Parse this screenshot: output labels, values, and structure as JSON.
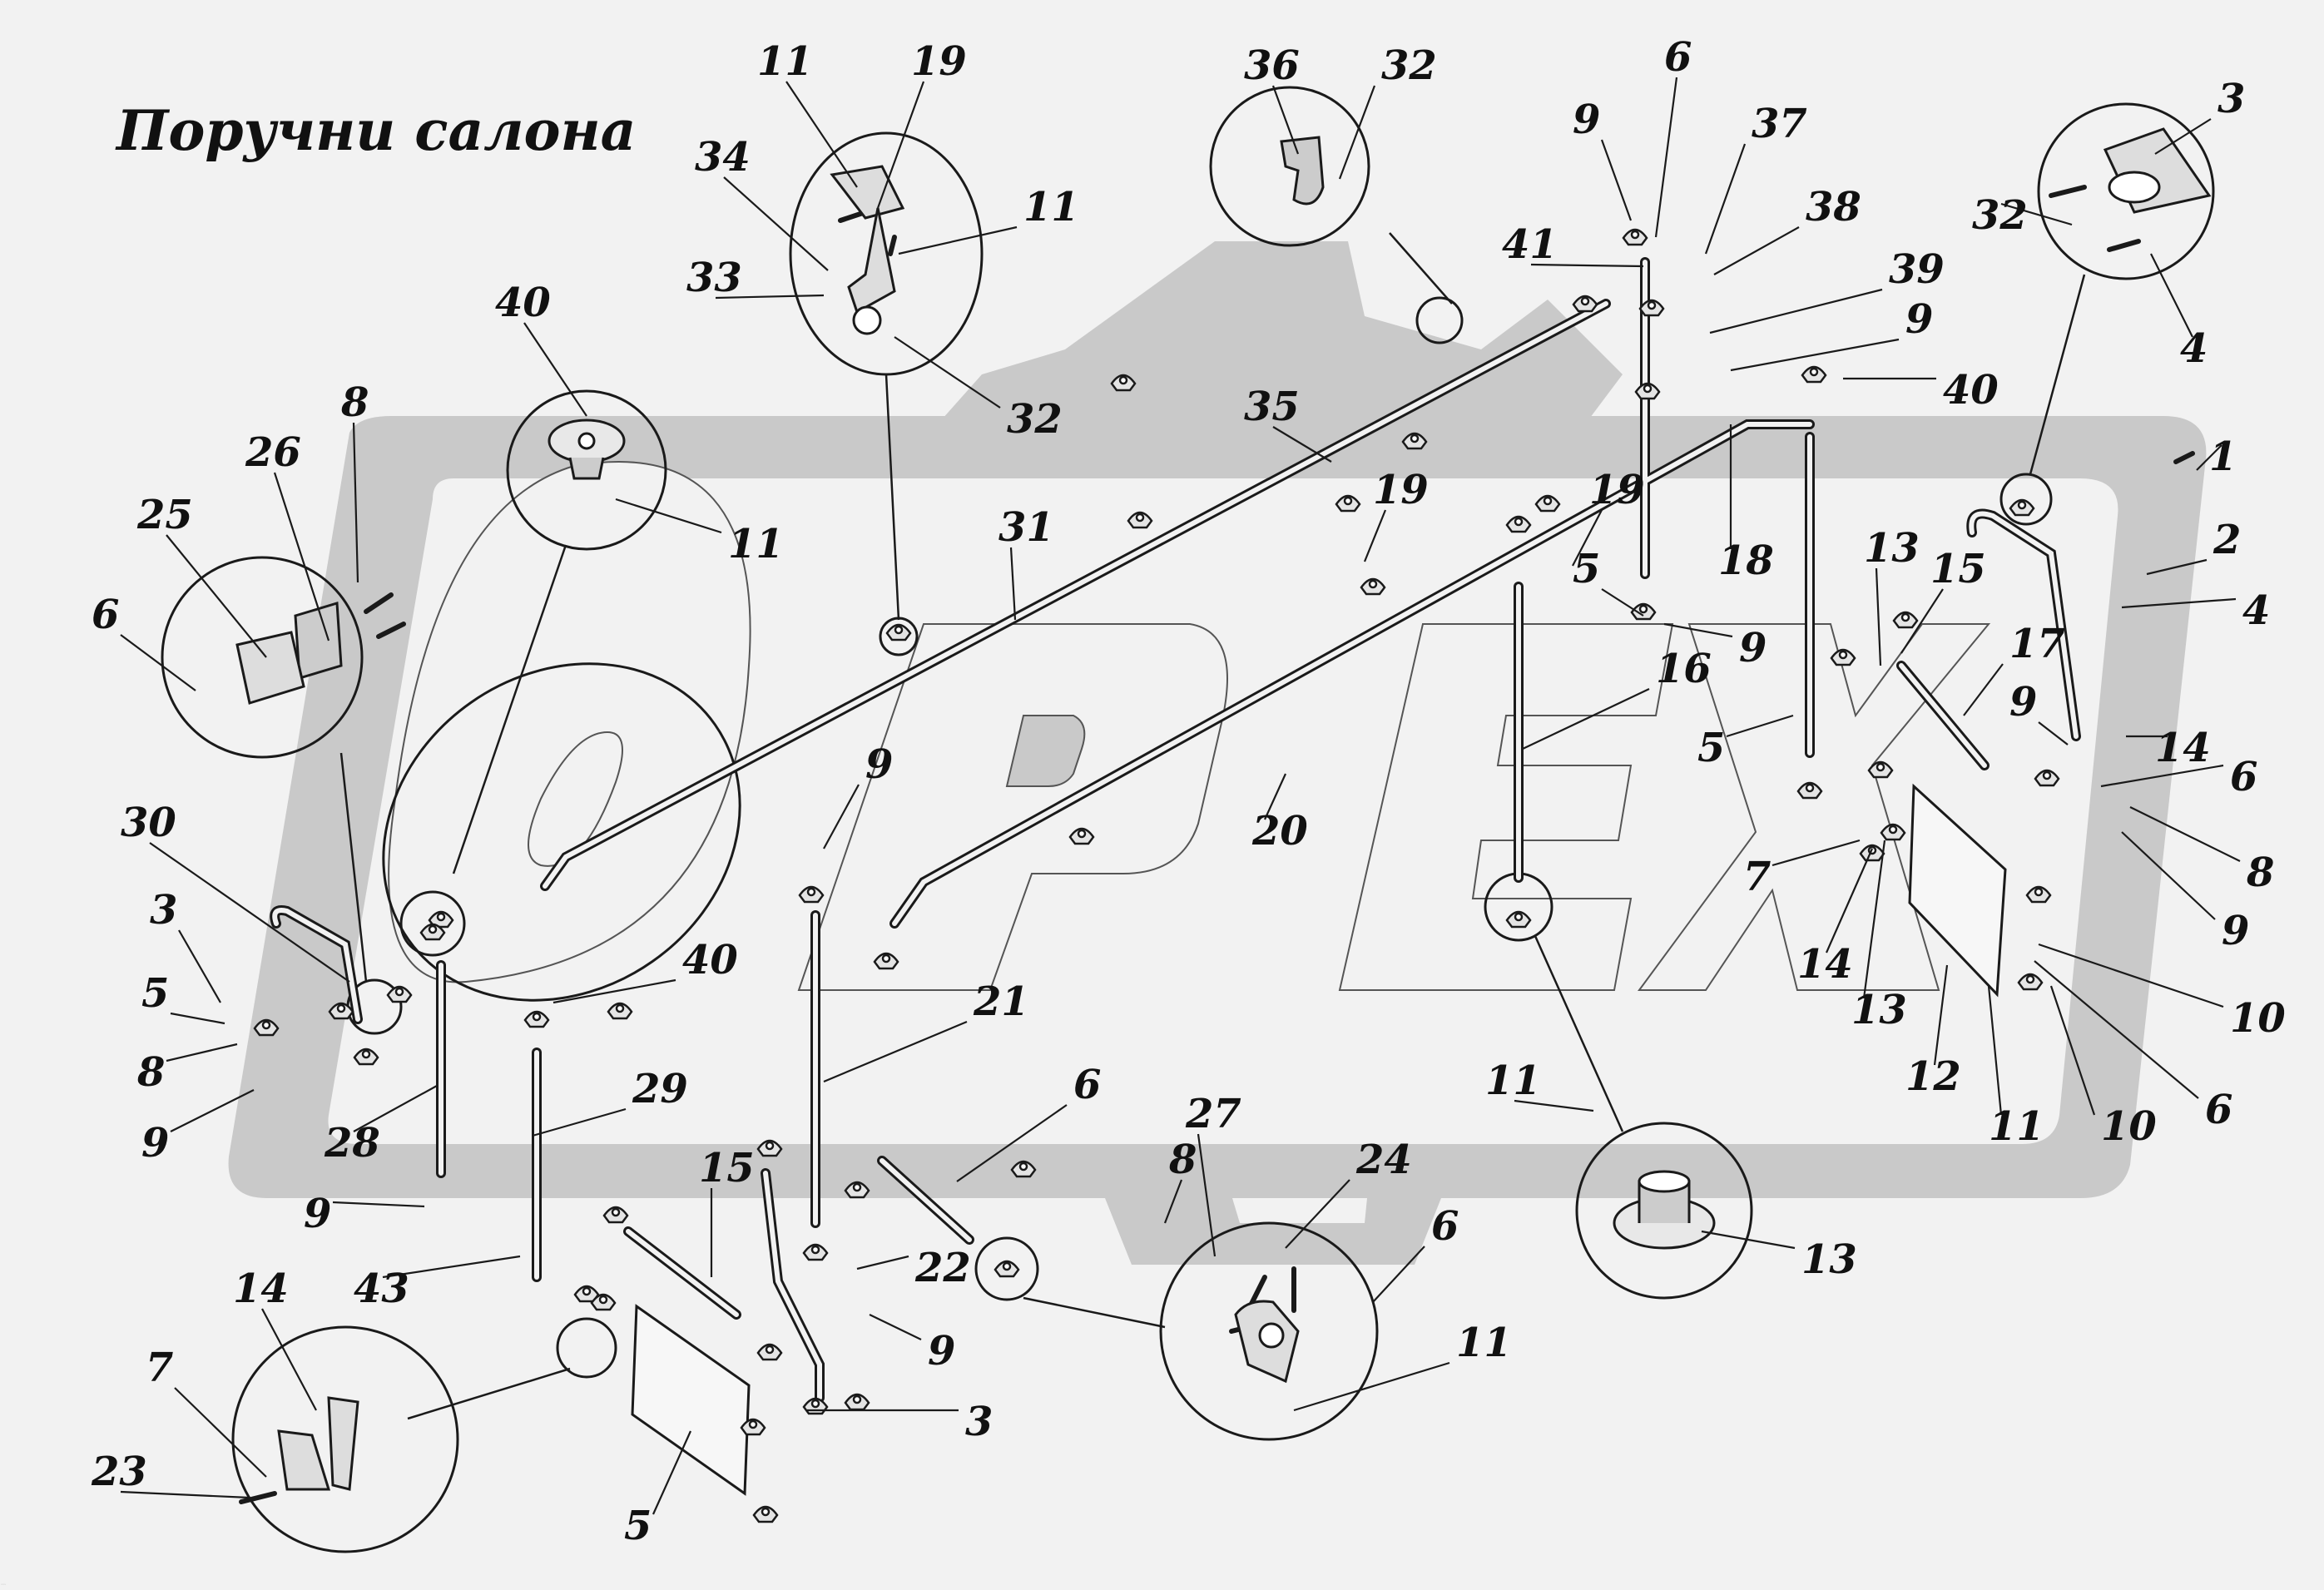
{
  "title": "Поручни салона",
  "watermark": {
    "text": "OPEX",
    "color": "#c9c9c9"
  },
  "colors": {
    "background": "#f2f2f2",
    "line": "#1a1a1a",
    "watermark": "#c9c9c9"
  },
  "callouts": [
    "11",
    "19",
    "34",
    "11",
    "33",
    "32",
    "40",
    "11",
    "36",
    "32",
    "6",
    "9",
    "37",
    "38",
    "41",
    "39",
    "9",
    "40",
    "3",
    "32",
    "4",
    "8",
    "26",
    "25",
    "6",
    "35",
    "19",
    "19",
    "31",
    "18",
    "1",
    "2",
    "4",
    "5",
    "9",
    "14",
    "13",
    "15",
    "17",
    "16",
    "5",
    "9",
    "6",
    "8",
    "20",
    "9",
    "7",
    "9",
    "30",
    "3",
    "5",
    "8",
    "9",
    "28",
    "29",
    "21",
    "40",
    "14",
    "13",
    "10",
    "12",
    "11",
    "10",
    "6",
    "11",
    "8",
    "24",
    "15",
    "6",
    "9",
    "43",
    "22",
    "9",
    "6",
    "11",
    "27",
    "13",
    "14",
    "7",
    "23",
    "5",
    "3"
  ]
}
